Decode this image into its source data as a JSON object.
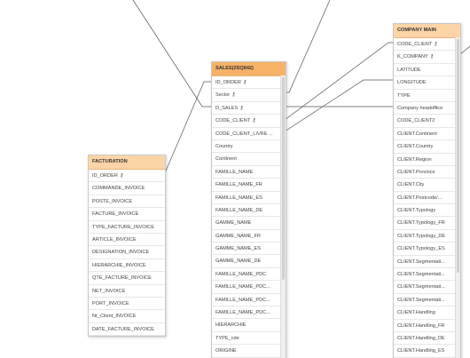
{
  "tables": {
    "facturation": {
      "title": "FACTURATION",
      "fields": [
        {
          "label": "ID_ORDER",
          "key": true
        },
        {
          "label": "COMMANDE_INVOICE"
        },
        {
          "label": "POSTE_INVOICE"
        },
        {
          "label": "FACTURE_INVOICE"
        },
        {
          "label": "TYPE_FACTURE_INVOICE"
        },
        {
          "label": "ARTICLE_INVOICE"
        },
        {
          "label": "DESIGNATION_INVOICE"
        },
        {
          "label": "HIERARCHIE_INVOICE"
        },
        {
          "label": "QTE_FACTURE_INVOICE"
        },
        {
          "label": "NET_INVOICE"
        },
        {
          "label": "PORT_INVOICE"
        },
        {
          "label": "Nr_Client_INVOICE"
        },
        {
          "label": "DATE_FACTURE_INVOICE"
        }
      ]
    },
    "sales": {
      "title": "SALES(2SQ842)",
      "fields": [
        {
          "label": "ID_ORDER",
          "key": true
        },
        {
          "label": "Sector",
          "key": true
        },
        {
          "label": "D_SALES",
          "key": true
        },
        {
          "label": "CODE_CLIENT",
          "key": true
        },
        {
          "label": "CODE_CLIENT_LIVRE ..."
        },
        {
          "label": "Country"
        },
        {
          "label": "Continent"
        },
        {
          "label": "FAMILLE_NAME"
        },
        {
          "label": "FAMILLE_NAME_FR"
        },
        {
          "label": "FAMILLE_NAME_ES"
        },
        {
          "label": "FAMILLE_NAME_DE"
        },
        {
          "label": "GAMME_NAME"
        },
        {
          "label": "GAMME_NAME_FR"
        },
        {
          "label": "GAMME_NAME_ES"
        },
        {
          "label": "GAMME_NAME_DE"
        },
        {
          "label": "FAMILLE_NAME_PDC"
        },
        {
          "label": "FAMILLE_NAME_PDC..."
        },
        {
          "label": "FAMILLE_NAME_PDC..."
        },
        {
          "label": "FAMILLE_NAME_PDC..."
        },
        {
          "label": "HIERARCHIE"
        },
        {
          "label": "TYPE_cde"
        },
        {
          "label": "ORIGINE"
        }
      ]
    },
    "company_main": {
      "title": "COMPANY MAIN",
      "fields": [
        {
          "label": "CODE_CLIENT",
          "key": true
        },
        {
          "label": "K_COMPANY",
          "key": true
        },
        {
          "label": "LATITUDE"
        },
        {
          "label": "LONGITUDE"
        },
        {
          "label": "TYPE"
        },
        {
          "label": "Company headoffice"
        },
        {
          "label": "CODE_CLIENT2"
        },
        {
          "label": "CLIENT.Continent"
        },
        {
          "label": "CLIENT.Country"
        },
        {
          "label": "CLIENT.Region"
        },
        {
          "label": "CLIENT.Province"
        },
        {
          "label": "CLIENT.City"
        },
        {
          "label": "CLIENT.Postcode/..."
        },
        {
          "label": "CLIENT.Typology"
        },
        {
          "label": "CLIENT.Typology_FR"
        },
        {
          "label": "CLIENT.Typology_DE"
        },
        {
          "label": "CLIENT.Typology_ES"
        },
        {
          "label": "CLIENT.Segmentati..."
        },
        {
          "label": "CLIENT.Segmentati..."
        },
        {
          "label": "CLIENT.Segmentati..."
        },
        {
          "label": "CLIENT.Segmentati..."
        },
        {
          "label": "CLIENT.Handling"
        },
        {
          "label": "CLIENT.Handling_FR"
        },
        {
          "label": "CLIENT.Handling_DE"
        },
        {
          "label": "CLIENT.Handling_ES"
        }
      ]
    }
  },
  "key_icon": "key-icon",
  "colors": {
    "header": "#fcd4a6",
    "header_selected": "#f7b267",
    "link": "#555555"
  }
}
